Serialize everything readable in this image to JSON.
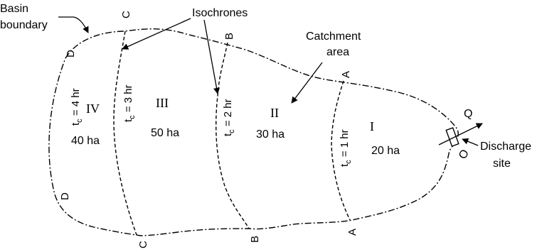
{
  "labels": {
    "basin_boundary_line1": "Basin",
    "basin_boundary_line2": "boundary",
    "isochrones": "Isochrones",
    "catchment_line1": "Catchment",
    "catchment_line2": "area",
    "discharge_line1": "Discharge",
    "discharge_line2": "site",
    "q": "Q",
    "o": "O"
  },
  "isochrone_endpoints": {
    "a_top": "A",
    "a_bottom": "A",
    "b_top": "B",
    "b_bottom": "B",
    "c_top": "C",
    "c_bottom": "C",
    "d_top": "D",
    "d_bottom": "D"
  },
  "concentration_times": [
    {
      "prefix": "t",
      "sub": "c",
      "suffix": " = 1 hr"
    },
    {
      "prefix": "t",
      "sub": "c",
      "suffix": " = 2 hr"
    },
    {
      "prefix": "t",
      "sub": "c",
      "suffix": " = 3 hr"
    },
    {
      "prefix": "t",
      "sub": "c",
      "suffix": " = 4 hr"
    }
  ],
  "zones": [
    {
      "numeral": "I",
      "area": "20 ha"
    },
    {
      "numeral": "II",
      "area": "30 ha"
    },
    {
      "numeral": "III",
      "area": "50 ha"
    },
    {
      "numeral": "IV",
      "area": "40 ha"
    }
  ]
}
